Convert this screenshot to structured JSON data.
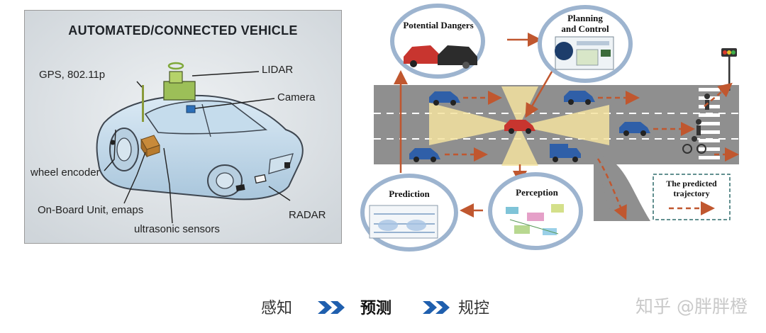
{
  "left_figure": {
    "title": "AUTOMATED/CONNECTED VEHICLE",
    "labels": {
      "gps": "GPS, 802.11p",
      "lidar": "LIDAR",
      "camera": "Camera",
      "wheel_encoder": "wheel encoder",
      "obu": "On-Board Unit, emaps",
      "ultrasonic": "ultrasonic sensors",
      "radar": "RADAR"
    }
  },
  "right_figure": {
    "stages": {
      "potential_dangers": "Potential Dangers",
      "planning_line1": "Planning",
      "planning_line2": "and Control",
      "prediction": "Prediction",
      "perception": "Perception"
    },
    "legend_line1": "The predicted",
    "legend_line2": "trajectory",
    "colors": {
      "road": "#8c8c8c",
      "arrow": "#c0572f",
      "car_blue": "#2f5fa8",
      "ego_car": "#c8352f",
      "sensor_cone": "#f4e3a0",
      "ring": "#9db4cf"
    }
  },
  "pipeline": {
    "step1": "感知",
    "step2": "预测",
    "step3": "规控",
    "arrow_icon": "double-chevron-right-icon",
    "arrow_color": "#1f5fae"
  },
  "watermark": "知乎 @胖胖橙"
}
